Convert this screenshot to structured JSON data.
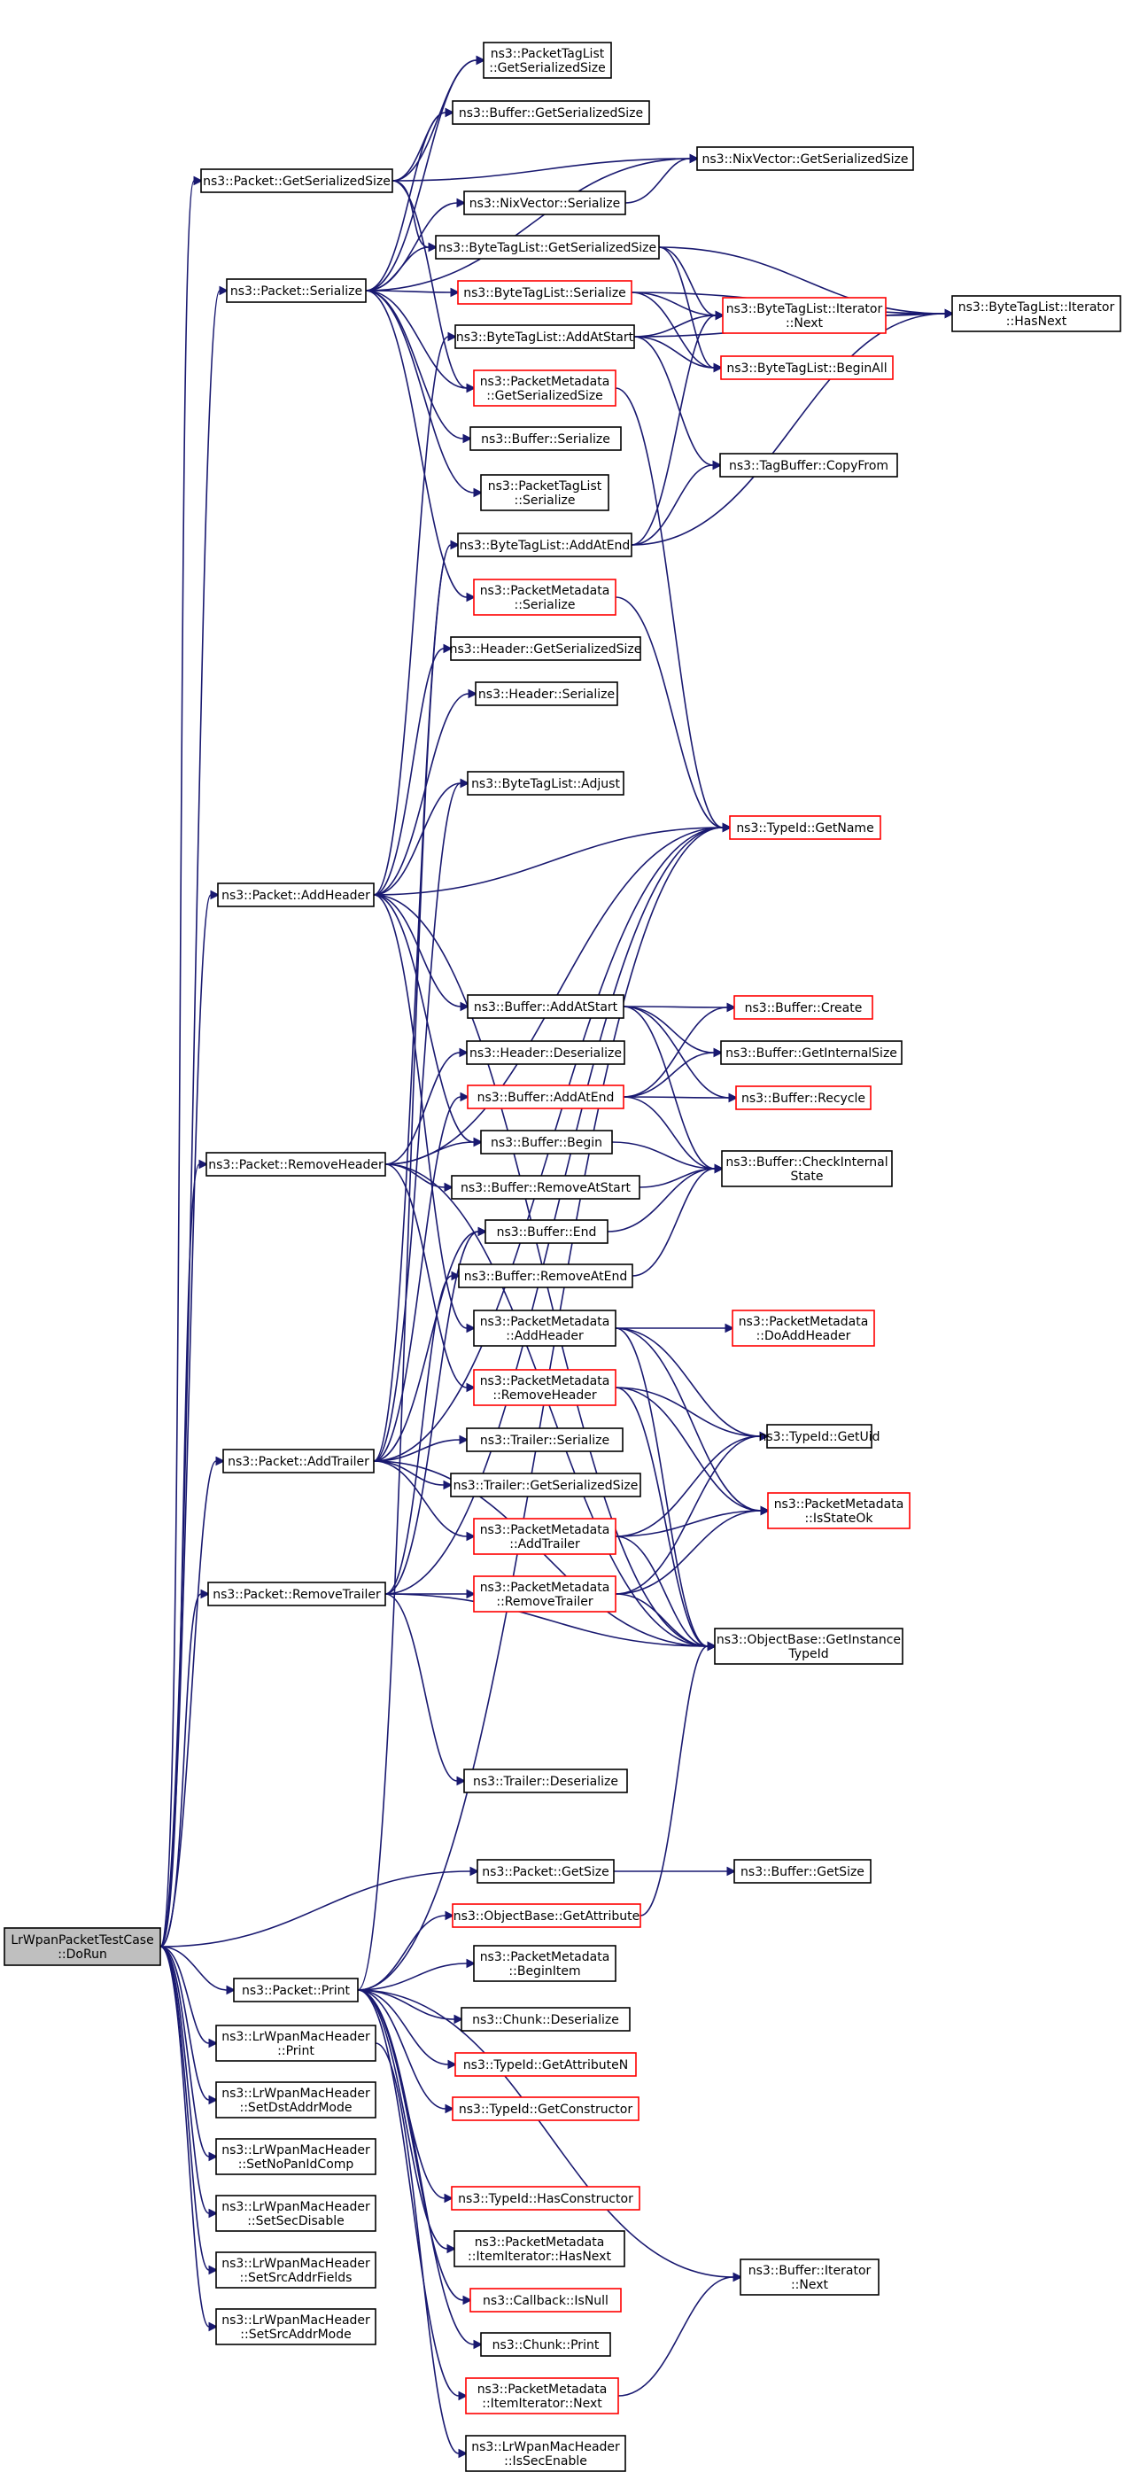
{
  "colors": {
    "root_fill": "#bfbfbf",
    "node_fill": "#ffffff",
    "border_normal": "#000000",
    "border_truncated": "#ff0000",
    "edge": "#191970"
  },
  "nodes": [
    {
      "id": "root",
      "lines": [
        "LrWpanPacketTestCase",
        "::DoRun"
      ],
      "border": "normal",
      "root": true
    },
    {
      "id": "pkt_getser",
      "lines": [
        "ns3::Packet::GetSerializedSize"
      ],
      "border": "normal"
    },
    {
      "id": "pkt_serialize",
      "lines": [
        "ns3::Packet::Serialize"
      ],
      "border": "normal"
    },
    {
      "id": "pkt_addheader",
      "lines": [
        "ns3::Packet::AddHeader"
      ],
      "border": "normal"
    },
    {
      "id": "pkt_removeheader",
      "lines": [
        "ns3::Packet::RemoveHeader"
      ],
      "border": "normal"
    },
    {
      "id": "pkt_addtrailer",
      "lines": [
        "ns3::Packet::AddTrailer"
      ],
      "border": "normal"
    },
    {
      "id": "pkt_removetrailer",
      "lines": [
        "ns3::Packet::RemoveTrailer"
      ],
      "border": "normal"
    },
    {
      "id": "pkt_print",
      "lines": [
        "ns3::Packet::Print"
      ],
      "border": "normal"
    },
    {
      "id": "lw_print",
      "lines": [
        "ns3::LrWpanMacHeader",
        "::Print"
      ],
      "border": "normal"
    },
    {
      "id": "lw_setdst",
      "lines": [
        "ns3::LrWpanMacHeader",
        "::SetDstAddrMode"
      ],
      "border": "normal"
    },
    {
      "id": "lw_setnopan",
      "lines": [
        "ns3::LrWpanMacHeader",
        "::SetNoPanIdComp"
      ],
      "border": "normal"
    },
    {
      "id": "lw_setsecdis",
      "lines": [
        "ns3::LrWpanMacHeader",
        "::SetSecDisable"
      ],
      "border": "normal"
    },
    {
      "id": "lw_setsrcf",
      "lines": [
        "ns3::LrWpanMacHeader",
        "::SetSrcAddrFields"
      ],
      "border": "normal"
    },
    {
      "id": "lw_setsrcm",
      "lines": [
        "ns3::LrWpanMacHeader",
        "::SetSrcAddrMode"
      ],
      "border": "normal"
    },
    {
      "id": "ptl_getser",
      "lines": [
        "ns3::PacketTagList",
        "::GetSerializedSize"
      ],
      "border": "normal"
    },
    {
      "id": "buf_getser",
      "lines": [
        "ns3::Buffer::GetSerializedSize"
      ],
      "border": "normal"
    },
    {
      "id": "nix_getser",
      "lines": [
        "ns3::NixVector::GetSerializedSize"
      ],
      "border": "normal"
    },
    {
      "id": "nix_ser",
      "lines": [
        "ns3::NixVector::Serialize"
      ],
      "border": "normal"
    },
    {
      "id": "btl_getser",
      "lines": [
        "ns3::ByteTagList::GetSerializedSize"
      ],
      "border": "normal"
    },
    {
      "id": "btl_ser",
      "lines": [
        "ns3::ByteTagList::Serialize"
      ],
      "border": "truncated"
    },
    {
      "id": "btl_addstart",
      "lines": [
        "ns3::ByteTagList::AddAtStart"
      ],
      "border": "normal"
    },
    {
      "id": "pm_getser",
      "lines": [
        "ns3::PacketMetadata",
        "::GetSerializedSize"
      ],
      "border": "truncated"
    },
    {
      "id": "buf_ser",
      "lines": [
        "ns3::Buffer::Serialize"
      ],
      "border": "normal"
    },
    {
      "id": "ptl_ser",
      "lines": [
        "ns3::PacketTagList",
        "::Serialize"
      ],
      "border": "normal"
    },
    {
      "id": "btl_addend",
      "lines": [
        "ns3::ByteTagList::AddAtEnd"
      ],
      "border": "normal"
    },
    {
      "id": "pm_ser",
      "lines": [
        "ns3::PacketMetadata",
        "::Serialize"
      ],
      "border": "truncated"
    },
    {
      "id": "hdr_getser",
      "lines": [
        "ns3::Header::GetSerializedSize"
      ],
      "border": "normal"
    },
    {
      "id": "hdr_ser",
      "lines": [
        "ns3::Header::Serialize"
      ],
      "border": "normal"
    },
    {
      "id": "btl_adjust",
      "lines": [
        "ns3::ByteTagList::Adjust"
      ],
      "border": "normal"
    },
    {
      "id": "buf_addstart",
      "lines": [
        "ns3::Buffer::AddAtStart"
      ],
      "border": "normal"
    },
    {
      "id": "hdr_deser",
      "lines": [
        "ns3::Header::Deserialize"
      ],
      "border": "normal"
    },
    {
      "id": "buf_addend",
      "lines": [
        "ns3::Buffer::AddAtEnd"
      ],
      "border": "truncated"
    },
    {
      "id": "buf_begin",
      "lines": [
        "ns3::Buffer::Begin"
      ],
      "border": "normal"
    },
    {
      "id": "buf_removestart",
      "lines": [
        "ns3::Buffer::RemoveAtStart"
      ],
      "border": "normal"
    },
    {
      "id": "buf_end",
      "lines": [
        "ns3::Buffer::End"
      ],
      "border": "normal"
    },
    {
      "id": "buf_removeend",
      "lines": [
        "ns3::Buffer::RemoveAtEnd"
      ],
      "border": "normal"
    },
    {
      "id": "pm_addheader",
      "lines": [
        "ns3::PacketMetadata",
        "::AddHeader"
      ],
      "border": "normal"
    },
    {
      "id": "pm_removeheader",
      "lines": [
        "ns3::PacketMetadata",
        "::RemoveHeader"
      ],
      "border": "truncated"
    },
    {
      "id": "trl_ser",
      "lines": [
        "ns3::Trailer::Serialize"
      ],
      "border": "normal"
    },
    {
      "id": "trl_getser",
      "lines": [
        "ns3::Trailer::GetSerializedSize"
      ],
      "border": "normal"
    },
    {
      "id": "pm_addtrailer",
      "lines": [
        "ns3::PacketMetadata",
        "::AddTrailer"
      ],
      "border": "truncated"
    },
    {
      "id": "pm_removetrailer",
      "lines": [
        "ns3::PacketMetadata",
        "::RemoveTrailer"
      ],
      "border": "truncated"
    },
    {
      "id": "trl_deser",
      "lines": [
        "ns3::Trailer::Deserialize"
      ],
      "border": "normal"
    },
    {
      "id": "pkt_getsize",
      "lines": [
        "ns3::Packet::GetSize"
      ],
      "border": "normal"
    },
    {
      "id": "ob_getattr",
      "lines": [
        "ns3::ObjectBase::GetAttribute"
      ],
      "border": "truncated"
    },
    {
      "id": "pm_beginitem",
      "lines": [
        "ns3::PacketMetadata",
        "::BeginItem"
      ],
      "border": "normal"
    },
    {
      "id": "chunk_deser",
      "lines": [
        "ns3::Chunk::Deserialize"
      ],
      "border": "normal"
    },
    {
      "id": "tid_getattrn",
      "lines": [
        "ns3::TypeId::GetAttributeN"
      ],
      "border": "truncated"
    },
    {
      "id": "tid_getctor",
      "lines": [
        "ns3::TypeId::GetConstructor"
      ],
      "border": "truncated"
    },
    {
      "id": "tid_hasctor",
      "lines": [
        "ns3::TypeId::HasConstructor"
      ],
      "border": "truncated"
    },
    {
      "id": "pm_ii_hasnext",
      "lines": [
        "ns3::PacketMetadata",
        "::ItemIterator::HasNext"
      ],
      "border": "normal"
    },
    {
      "id": "cb_isnull",
      "lines": [
        "ns3::Callback::IsNull"
      ],
      "border": "truncated"
    },
    {
      "id": "chunk_print",
      "lines": [
        "ns3::Chunk::Print"
      ],
      "border": "normal"
    },
    {
      "id": "pm_ii_next",
      "lines": [
        "ns3::PacketMetadata",
        "::ItemIterator::Next"
      ],
      "border": "truncated"
    },
    {
      "id": "lw_issec",
      "lines": [
        "ns3::LrWpanMacHeader",
        "::IsSecEnable"
      ],
      "border": "normal"
    },
    {
      "id": "btl_it_next",
      "lines": [
        "ns3::ByteTagList::Iterator",
        "::Next"
      ],
      "border": "truncated"
    },
    {
      "id": "btl_beginall",
      "lines": [
        "ns3::ByteTagList::BeginAll"
      ],
      "border": "truncated"
    },
    {
      "id": "tb_copyfrom",
      "lines": [
        "ns3::TagBuffer::CopyFrom"
      ],
      "border": "normal"
    },
    {
      "id": "tid_getname",
      "lines": [
        "ns3::TypeId::GetName"
      ],
      "border": "truncated"
    },
    {
      "id": "buf_create",
      "lines": [
        "ns3::Buffer::Create"
      ],
      "border": "truncated"
    },
    {
      "id": "buf_getinternal",
      "lines": [
        "ns3::Buffer::GetInternalSize"
      ],
      "border": "normal"
    },
    {
      "id": "buf_recycle",
      "lines": [
        "ns3::Buffer::Recycle"
      ],
      "border": "truncated"
    },
    {
      "id": "buf_checkinternal",
      "lines": [
        "ns3::Buffer::CheckInternal",
        "State"
      ],
      "border": "normal"
    },
    {
      "id": "pm_doaddheader",
      "lines": [
        "ns3::PacketMetadata",
        "::DoAddHeader"
      ],
      "border": "truncated"
    },
    {
      "id": "tid_getuid",
      "lines": [
        "ns3::TypeId::GetUid"
      ],
      "border": "normal"
    },
    {
      "id": "pm_isstateok",
      "lines": [
        "ns3::PacketMetadata",
        "::IsStateOk"
      ],
      "border": "truncated"
    },
    {
      "id": "ob_getinst",
      "lines": [
        "ns3::ObjectBase::GetInstance",
        "TypeId"
      ],
      "border": "normal"
    },
    {
      "id": "buf_getsize",
      "lines": [
        "ns3::Buffer::GetSize"
      ],
      "border": "normal"
    },
    {
      "id": "buf_it_next",
      "lines": [
        "ns3::Buffer::Iterator",
        "::Next"
      ],
      "border": "normal"
    },
    {
      "id": "btl_it_hasnext",
      "lines": [
        "ns3::ByteTagList::Iterator",
        "::HasNext"
      ],
      "border": "normal"
    }
  ],
  "edges": [
    [
      "root",
      "pkt_getser"
    ],
    [
      "root",
      "pkt_serialize"
    ],
    [
      "root",
      "pkt_addheader"
    ],
    [
      "root",
      "pkt_removeheader"
    ],
    [
      "root",
      "pkt_addtrailer"
    ],
    [
      "root",
      "pkt_removetrailer"
    ],
    [
      "root",
      "pkt_getsize"
    ],
    [
      "root",
      "pkt_print"
    ],
    [
      "root",
      "lw_print"
    ],
    [
      "root",
      "lw_setdst"
    ],
    [
      "root",
      "lw_setnopan"
    ],
    [
      "root",
      "lw_setsecdis"
    ],
    [
      "root",
      "lw_setsrcf"
    ],
    [
      "root",
      "lw_setsrcm"
    ],
    [
      "pkt_getser",
      "ptl_getser"
    ],
    [
      "pkt_getser",
      "buf_getser"
    ],
    [
      "pkt_getser",
      "nix_getser"
    ],
    [
      "pkt_getser",
      "btl_getser"
    ],
    [
      "pkt_getser",
      "pm_getser"
    ],
    [
      "pkt_serialize",
      "ptl_getser"
    ],
    [
      "pkt_serialize",
      "buf_getser"
    ],
    [
      "pkt_serialize",
      "nix_getser"
    ],
    [
      "pkt_serialize",
      "nix_ser"
    ],
    [
      "pkt_serialize",
      "btl_getser"
    ],
    [
      "pkt_serialize",
      "btl_ser"
    ],
    [
      "pkt_serialize",
      "pm_getser"
    ],
    [
      "pkt_serialize",
      "buf_ser"
    ],
    [
      "pkt_serialize",
      "ptl_ser"
    ],
    [
      "pkt_serialize",
      "pm_ser"
    ],
    [
      "nix_ser",
      "nix_getser"
    ],
    [
      "btl_getser",
      "btl_it_hasnext"
    ],
    [
      "btl_getser",
      "btl_it_next"
    ],
    [
      "btl_getser",
      "btl_beginall"
    ],
    [
      "btl_ser",
      "btl_it_next"
    ],
    [
      "btl_ser",
      "btl_beginall"
    ],
    [
      "btl_ser",
      "btl_it_hasnext"
    ],
    [
      "btl_addstart",
      "btl_it_next"
    ],
    [
      "btl_addstart",
      "btl_beginall"
    ],
    [
      "btl_addstart",
      "tb_copyfrom"
    ],
    [
      "btl_addstart",
      "btl_it_hasnext"
    ],
    [
      "btl_addend",
      "btl_it_next"
    ],
    [
      "btl_addend",
      "tb_copyfrom"
    ],
    [
      "btl_addend",
      "btl_it_hasnext"
    ],
    [
      "btl_it_next",
      "btl_it_hasnext"
    ],
    [
      "pm_getser",
      "tid_getname"
    ],
    [
      "pm_ser",
      "tid_getname"
    ],
    [
      "pkt_addheader",
      "hdr_getser"
    ],
    [
      "pkt_addheader",
      "hdr_ser"
    ],
    [
      "pkt_addheader",
      "btl_adjust"
    ],
    [
      "pkt_addheader",
      "btl_addstart"
    ],
    [
      "pkt_addheader",
      "tid_getname"
    ],
    [
      "pkt_addheader",
      "buf_addstart"
    ],
    [
      "pkt_addheader",
      "buf_begin"
    ],
    [
      "pkt_addheader",
      "pm_addheader"
    ],
    [
      "pkt_addheader",
      "ob_getinst"
    ],
    [
      "pkt_removeheader",
      "hdr_deser"
    ],
    [
      "pkt_removeheader",
      "buf_begin"
    ],
    [
      "pkt_removeheader",
      "buf_removestart"
    ],
    [
      "pkt_removeheader",
      "pm_removeheader"
    ],
    [
      "pkt_removeheader",
      "tid_getname"
    ],
    [
      "pkt_removeheader",
      "ob_getinst"
    ],
    [
      "pkt_addtrailer",
      "trl_ser"
    ],
    [
      "pkt_addtrailer",
      "trl_getser"
    ],
    [
      "pkt_addtrailer",
      "buf_addend"
    ],
    [
      "pkt_addtrailer",
      "buf_end"
    ],
    [
      "pkt_addtrailer",
      "btl_adjust"
    ],
    [
      "pkt_addtrailer",
      "btl_addend"
    ],
    [
      "pkt_addtrailer",
      "pm_addtrailer"
    ],
    [
      "pkt_addtrailer",
      "tid_getname"
    ],
    [
      "pkt_addtrailer",
      "ob_getinst"
    ],
    [
      "pkt_removetrailer",
      "buf_end"
    ],
    [
      "pkt_removetrailer",
      "buf_removeend"
    ],
    [
      "pkt_removetrailer",
      "pm_removetrailer"
    ],
    [
      "pkt_removetrailer",
      "trl_deser"
    ],
    [
      "pkt_removetrailer",
      "tid_getname"
    ],
    [
      "pkt_removetrailer",
      "ob_getinst"
    ],
    [
      "buf_addstart",
      "buf_create"
    ],
    [
      "buf_addstart",
      "buf_getinternal"
    ],
    [
      "buf_addstart",
      "buf_recycle"
    ],
    [
      "buf_addstart",
      "buf_checkinternal"
    ],
    [
      "buf_addend",
      "buf_create"
    ],
    [
      "buf_addend",
      "buf_getinternal"
    ],
    [
      "buf_addend",
      "buf_recycle"
    ],
    [
      "buf_addend",
      "buf_checkinternal"
    ],
    [
      "buf_begin",
      "buf_checkinternal"
    ],
    [
      "buf_removestart",
      "buf_checkinternal"
    ],
    [
      "buf_end",
      "buf_checkinternal"
    ],
    [
      "buf_removeend",
      "buf_checkinternal"
    ],
    [
      "pm_addheader",
      "pm_doaddheader"
    ],
    [
      "pm_addheader",
      "tid_getuid"
    ],
    [
      "pm_addheader",
      "pm_isstateok"
    ],
    [
      "pm_addheader",
      "ob_getinst"
    ],
    [
      "pm_removeheader",
      "tid_getuid"
    ],
    [
      "pm_removeheader",
      "pm_isstateok"
    ],
    [
      "pm_removeheader",
      "ob_getinst"
    ],
    [
      "pm_addtrailer",
      "tid_getuid"
    ],
    [
      "pm_addtrailer",
      "pm_isstateok"
    ],
    [
      "pm_addtrailer",
      "ob_getinst"
    ],
    [
      "pm_removetrailer",
      "tid_getuid"
    ],
    [
      "pm_removetrailer",
      "pm_isstateok"
    ],
    [
      "pm_removetrailer",
      "ob_getinst"
    ],
    [
      "pkt_getsize",
      "buf_getsize"
    ],
    [
      "ob_getattr",
      "ob_getinst"
    ],
    [
      "pkt_print",
      "ob_getattr"
    ],
    [
      "pkt_print",
      "pm_beginitem"
    ],
    [
      "pkt_print",
      "chunk_deser"
    ],
    [
      "pkt_print",
      "tid_getattrn"
    ],
    [
      "pkt_print",
      "tid_getctor"
    ],
    [
      "pkt_print",
      "tid_hasctor"
    ],
    [
      "pkt_print",
      "pm_ii_hasnext"
    ],
    [
      "pkt_print",
      "cb_isnull"
    ],
    [
      "pkt_print",
      "chunk_print"
    ],
    [
      "pkt_print",
      "pm_ii_next"
    ],
    [
      "pkt_print",
      "buf_it_next"
    ],
    [
      "pkt_print",
      "tid_getname"
    ],
    [
      "pkt_print",
      "btl_addend"
    ],
    [
      "lw_print",
      "lw_issec"
    ],
    [
      "pm_ii_next",
      "buf_it_next"
    ]
  ]
}
